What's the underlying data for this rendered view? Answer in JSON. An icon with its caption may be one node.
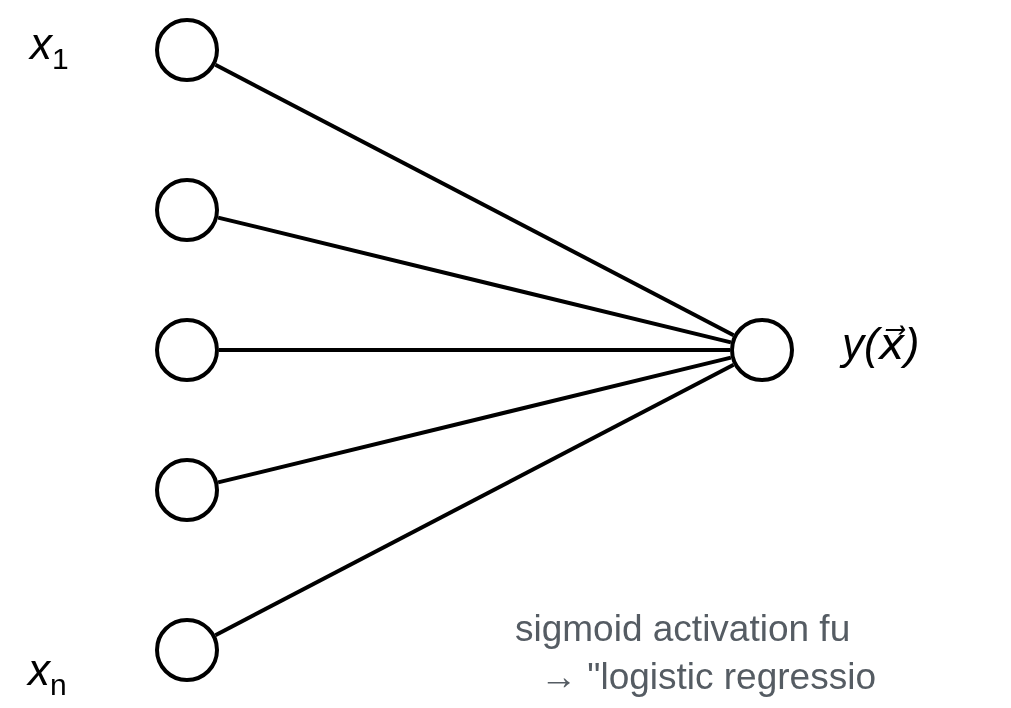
{
  "diagram": {
    "nodes": [
      {
        "text": [],
        "shape": "circle",
        "beside": [
          "*x*$_{1}$"
        ]
      },
      {
        "text": [],
        "shape": "circle"
      },
      {
        "text": [],
        "shape": "circle"
      },
      {
        "text": [],
        "shape": "circle"
      },
      {
        "text": [],
        "shape": "circle",
        "beside": [
          "x$_{n}$"
        ]
      },
      {
        "text": [],
        "shape": "circle",
        "beside": [
          "y(x⃗)"
        ]
      }
    ],
    "edges": [
      {
        "from": 0,
        "to": 5,
        "arrow": "none"
      },
      {
        "from": 1,
        "to": 5,
        "arrow": "none"
      },
      {
        "from": 2,
        "to": 5,
        "arrow": "none"
      },
      {
        "from": 3,
        "to": 5,
        "arrow": "none"
      },
      {
        "from": 4,
        "to": 5,
        "arrow": "none"
      }
    ],
    "labels": [
      "sigmoid activation fu",
      "→ \"logistic regressio"
    ]
  }
}
